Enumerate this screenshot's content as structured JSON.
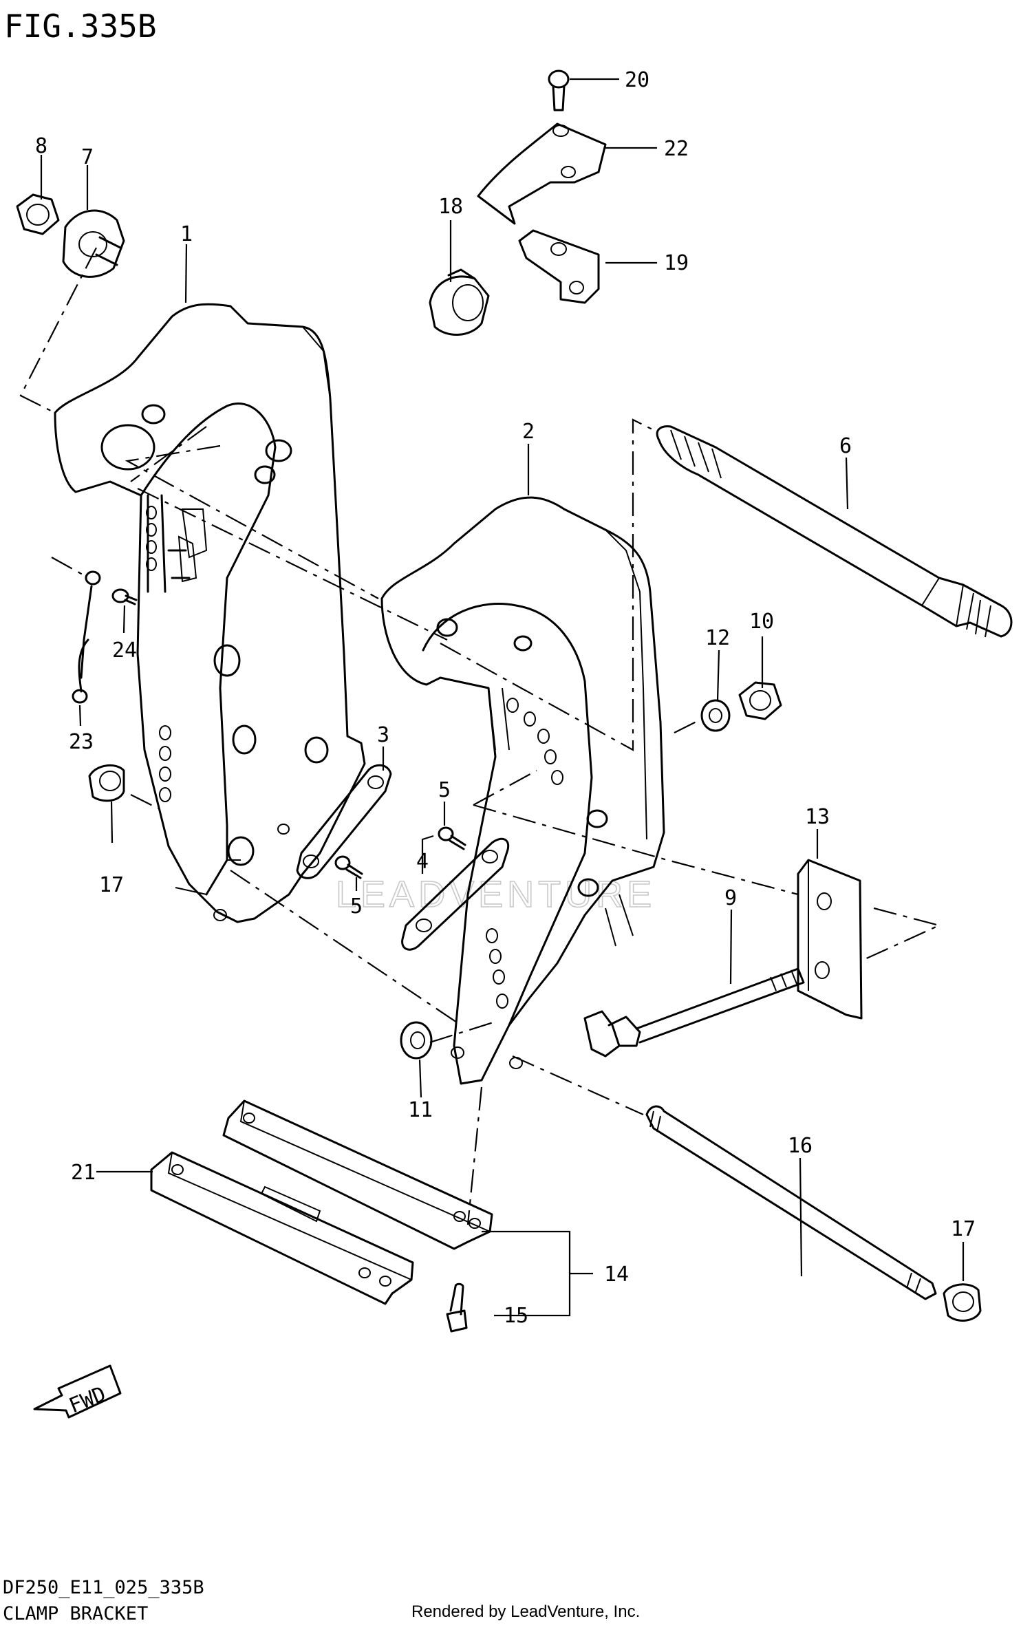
{
  "figure": {
    "title": "FIG.335B",
    "code": "DF250_E11_025_335B",
    "name": "CLAMP BRACKET",
    "credit": "Rendered by LeadVenture, Inc.",
    "watermark": "LEADVENTURE",
    "fwd_label": "FWD"
  },
  "callouts": [
    {
      "id": "1",
      "label": "1"
    },
    {
      "id": "2",
      "label": "2"
    },
    {
      "id": "3",
      "label": "3"
    },
    {
      "id": "4",
      "label": "4"
    },
    {
      "id": "5a",
      "label": "5"
    },
    {
      "id": "5b",
      "label": "5"
    },
    {
      "id": "6",
      "label": "6"
    },
    {
      "id": "7",
      "label": "7"
    },
    {
      "id": "8",
      "label": "8"
    },
    {
      "id": "9",
      "label": "9"
    },
    {
      "id": "10",
      "label": "10"
    },
    {
      "id": "11",
      "label": "11"
    },
    {
      "id": "12",
      "label": "12"
    },
    {
      "id": "13",
      "label": "13"
    },
    {
      "id": "14",
      "label": "14"
    },
    {
      "id": "15",
      "label": "15"
    },
    {
      "id": "16",
      "label": "16"
    },
    {
      "id": "17a",
      "label": "17"
    },
    {
      "id": "17b",
      "label": "17"
    },
    {
      "id": "18",
      "label": "18"
    },
    {
      "id": "19",
      "label": "19"
    },
    {
      "id": "20",
      "label": "20"
    },
    {
      "id": "21",
      "label": "21"
    },
    {
      "id": "22",
      "label": "22"
    },
    {
      "id": "23",
      "label": "23"
    },
    {
      "id": "24",
      "label": "24"
    }
  ]
}
